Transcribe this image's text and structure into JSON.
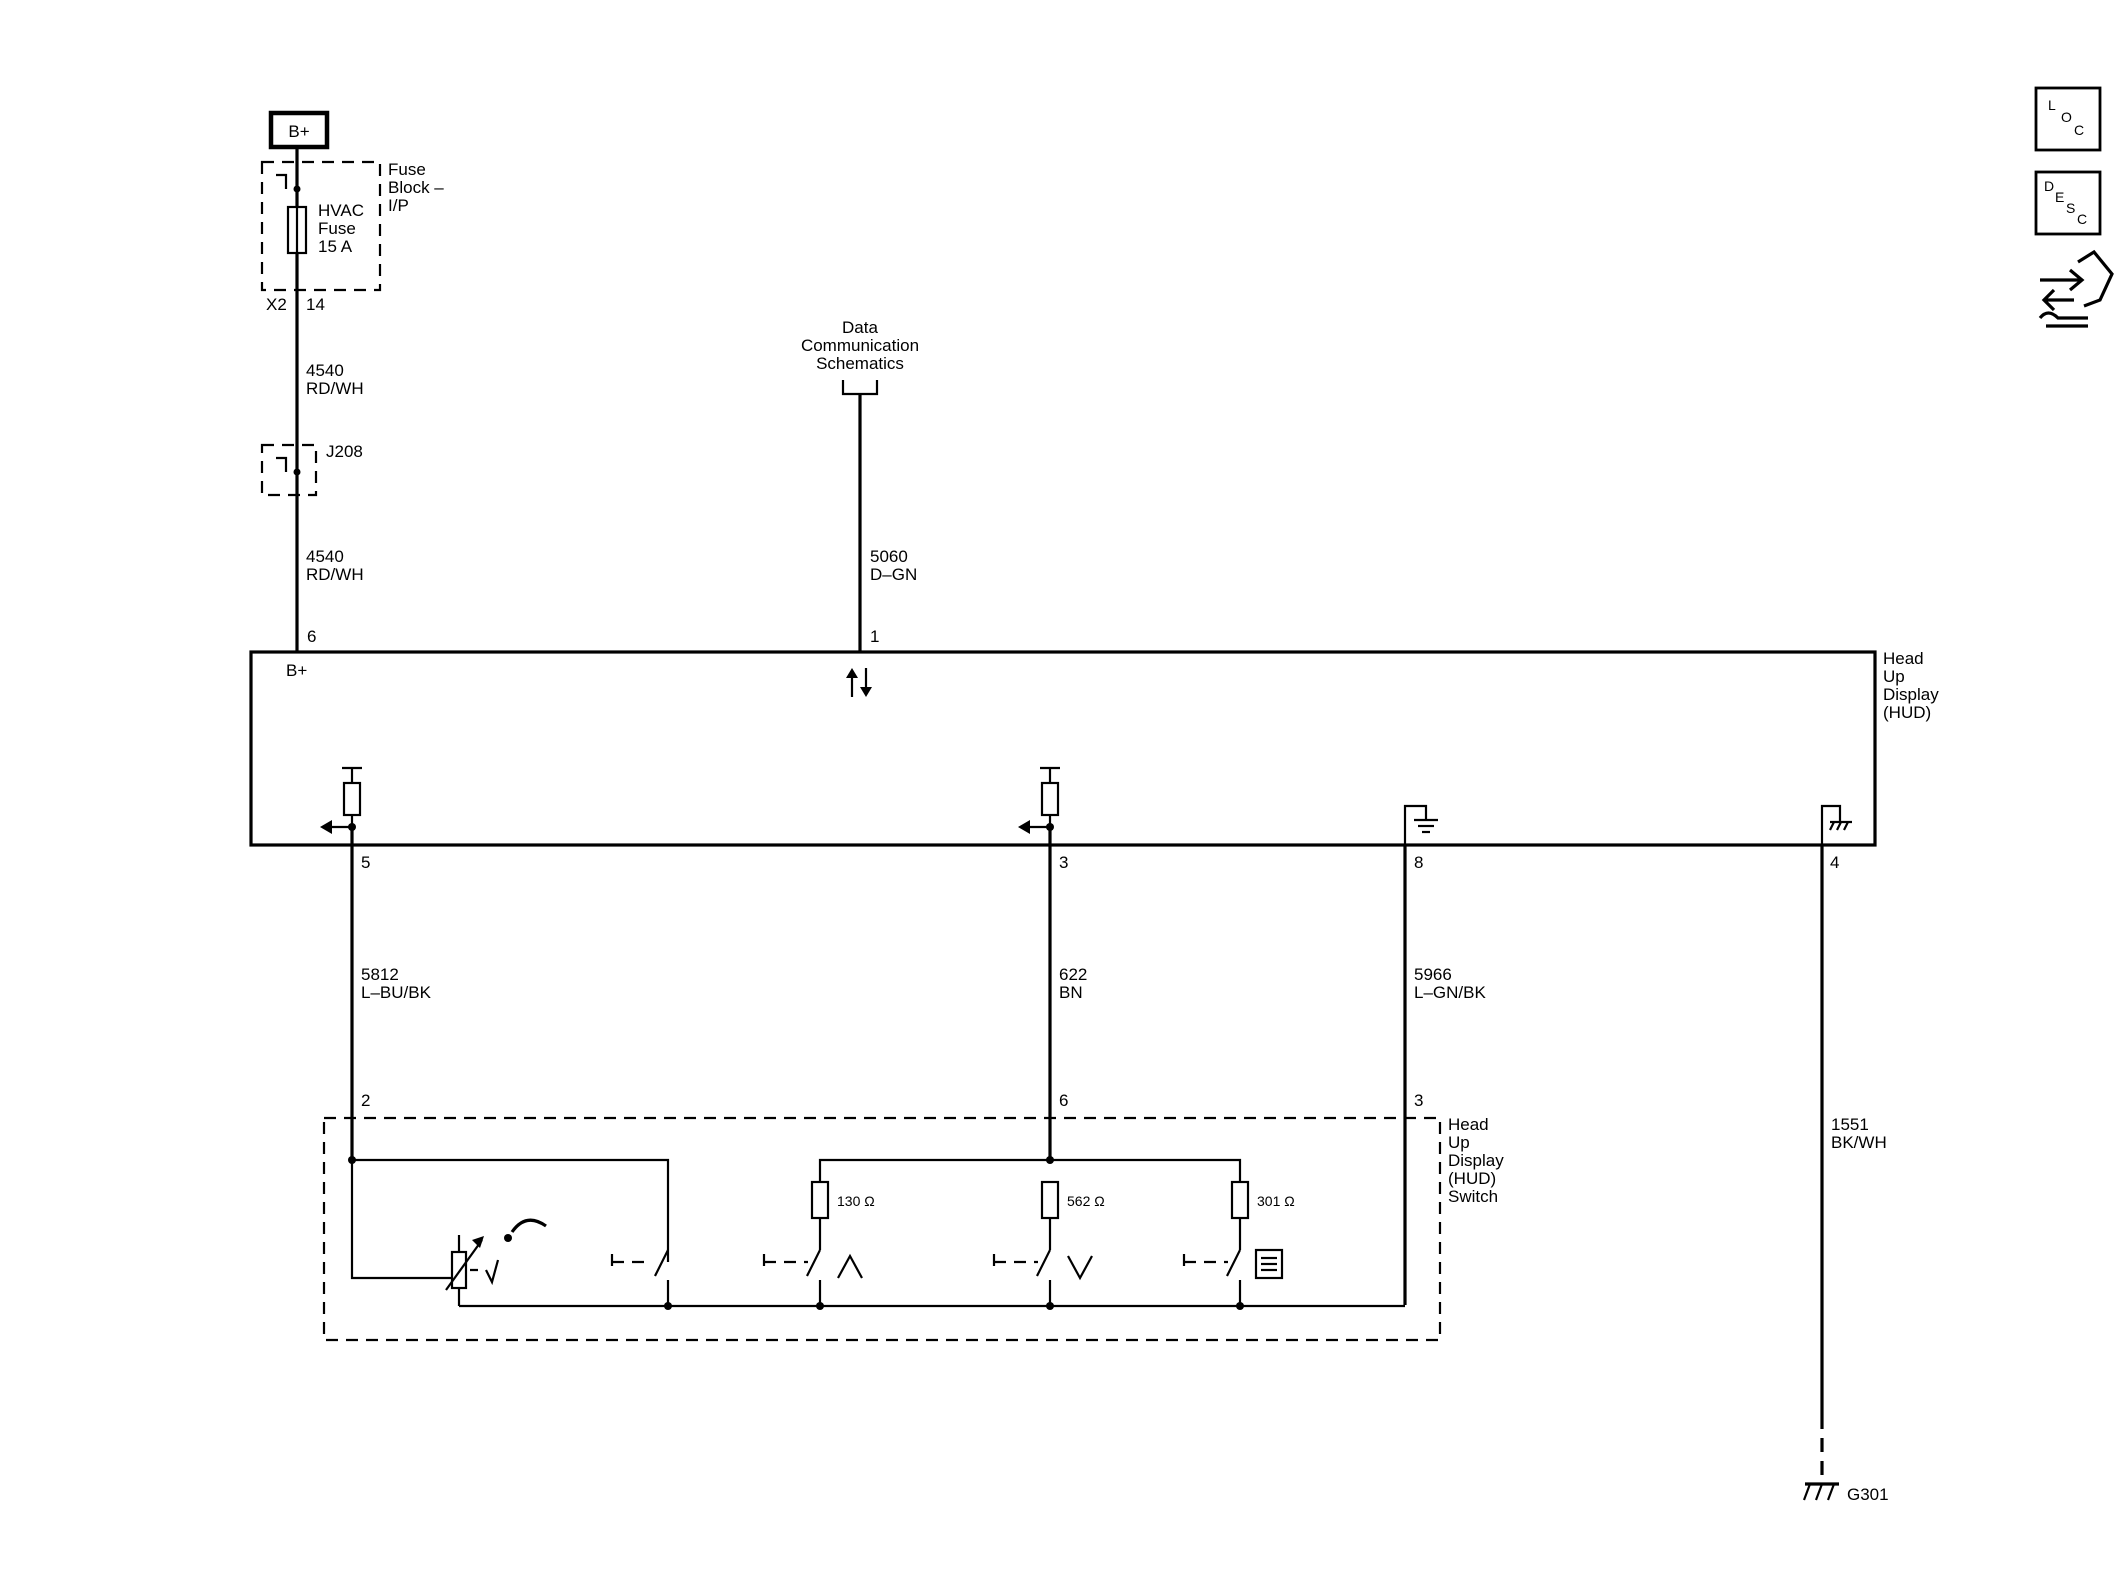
{
  "power": {
    "label": "B+"
  },
  "fuse_block": {
    "label_lines": [
      "Fuse",
      "Block –",
      "I/P"
    ],
    "fuse_lines": [
      "HVAC",
      "Fuse",
      "15 A"
    ],
    "connector": "X2",
    "pin": "14"
  },
  "splice": {
    "label": "J208"
  },
  "wires": {
    "w4540_top": {
      "circuit": "4540",
      "color": "RD/WH"
    },
    "w4540_bottom": {
      "circuit": "4540",
      "color": "RD/WH"
    },
    "w5060": {
      "circuit": "5060",
      "color": "D–GN"
    },
    "w5812": {
      "circuit": "5812",
      "color": "L–BU/BK"
    },
    "w622": {
      "circuit": "622",
      "color": "BN"
    },
    "w5966": {
      "circuit": "5966",
      "color": "L–GN/BK"
    },
    "w1551": {
      "circuit": "1551",
      "color": "BK/WH"
    }
  },
  "data_comm": {
    "label_lines": [
      "Data",
      "Communication",
      "Schematics"
    ]
  },
  "hud": {
    "label_lines": [
      "Head",
      "Up",
      "Display",
      "(HUD)"
    ],
    "bplus_label": "B+",
    "pins": {
      "b_plus": "6",
      "data": "1",
      "p5": "5",
      "p3": "3",
      "p8": "8",
      "p4": "4"
    }
  },
  "hud_switch": {
    "label_lines": [
      "Head",
      "Up",
      "Display",
      "(HUD)",
      "Switch"
    ],
    "pins": {
      "p2": "2",
      "p6": "6",
      "p3": "3"
    },
    "resistors": [
      "130 Ω",
      "562 Ω",
      "301 Ω"
    ]
  },
  "ground": {
    "label": "G301"
  },
  "nav_icons": [
    "loc-icon",
    "desc-icon",
    "connector-pinout-icon"
  ],
  "nav_letters": {
    "loc": [
      "L",
      "O",
      "C"
    ],
    "desc": [
      "D",
      "E",
      "S",
      "C"
    ]
  }
}
